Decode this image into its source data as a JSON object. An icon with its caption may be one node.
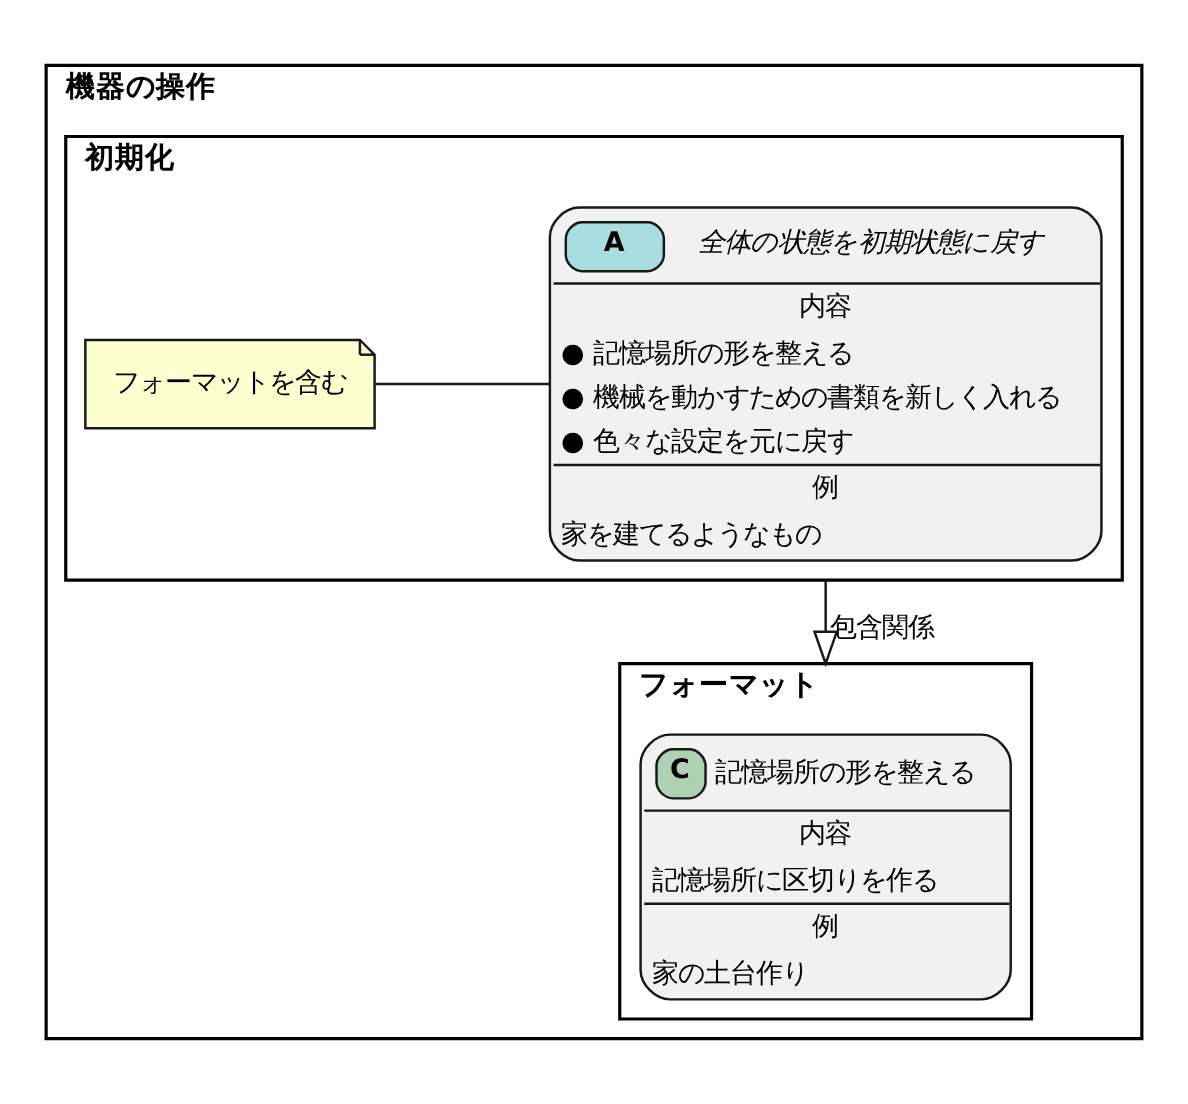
{
  "diagram": {
    "nodes": [
      {
        "text": [
          "機器の操作"
        ]
      },
      {
        "text": [
          "初期化"
        ],
        "in": 0
      },
      {
        "text": [
          "A",
          "全体の状態を初期状態に戻す",
          "内容",
          "● 記憶場所の形を整える",
          "● 機械を動かすための書類を新しく入れる",
          "● 色々な設定を元に戻す",
          "例",
          "家を建てるようなもの"
        ],
        "in": 1
      },
      {
        "text": [
          "フォーマットを含む"
        ],
        "in": 1
      },
      {
        "text": [
          "フォーマット"
        ],
        "in": 0
      },
      {
        "text": [
          "C",
          "記憶場所の形を整える",
          "内容",
          "記憶場所に区切りを作る",
          "例",
          "家の土台作り"
        ],
        "in": 4
      }
    ],
    "edges": [
      {
        "from": 3,
        "to": 2,
        "arrow": "none"
      },
      {
        "from": 1,
        "to": 4,
        "arrow": "to",
        "label": "包含関係"
      }
    ]
  }
}
